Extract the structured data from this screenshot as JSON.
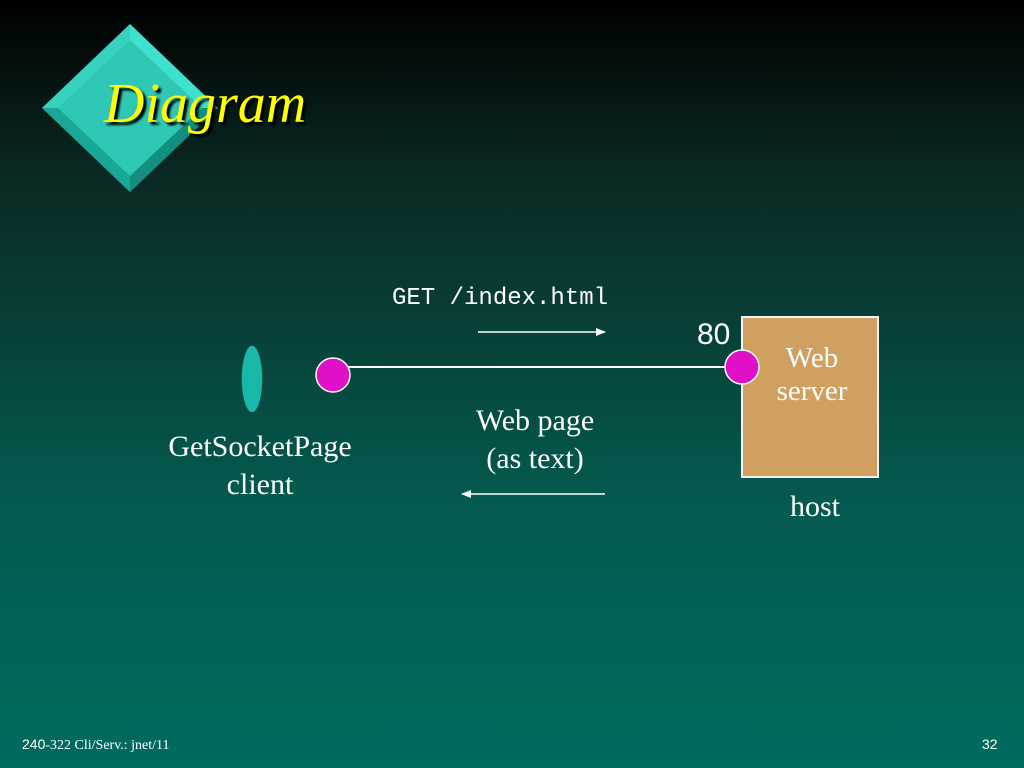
{
  "title": "Diagram",
  "colors": {
    "title": "#ffff00",
    "diamond": "#2ec8b4",
    "socket": "#e010c8",
    "client_ellipse": "#1ab8a8",
    "server_box": "#d0a060",
    "text": "#ffffff"
  },
  "diagram": {
    "client_label_line1": "GetSocketPage",
    "client_label_line2": "client",
    "request_label": "GET /index.html",
    "port_label": "80",
    "server_label_line1": "Web",
    "server_label_line2": "server",
    "response_label_line1": "Web page",
    "response_label_line2": "(as text)",
    "host_label": "host"
  },
  "footer": {
    "course_number": "240",
    "course_text": "-322 Cli/Serv.: jnet/11",
    "page_number": "32"
  }
}
